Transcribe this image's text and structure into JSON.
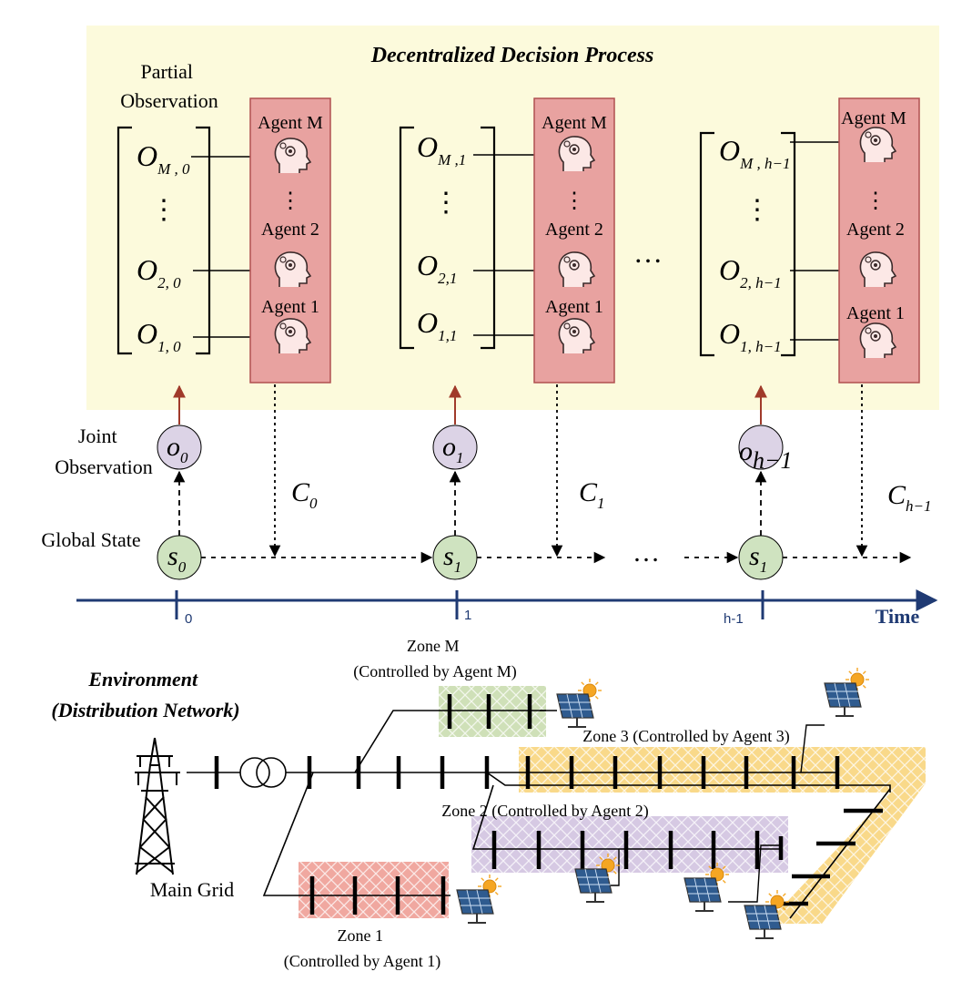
{
  "colors": {
    "process_bg": "#fcfadc",
    "agent_fill": "#e8a2a0",
    "agent_stroke": "#b05050",
    "circle_fill": "#dcd3e6",
    "state_fill": "#cfe3c0",
    "time_axis": "#1f3a73",
    "obs_arrow": "#a03a2a",
    "zone_m": "#cfe0b8",
    "zone_3": "#f9d98a",
    "zone_2": "#d6c9e3",
    "zone_1": "#f0a8a0"
  },
  "top": {
    "title": "Decentralized Decision Process",
    "partial_observation": [
      "Partial",
      "Observation"
    ],
    "joint_observation": [
      "Joint",
      "Observation"
    ],
    "global_state": "Global State",
    "time_label": "Time",
    "ellipsis": "…",
    "dots_vertical": "⋮",
    "agent_labels": [
      "Agent M",
      "Agent 2",
      "Agent 1"
    ],
    "steps": [
      {
        "tick": "0",
        "obs": [
          {
            "base": "O",
            "sub": "M , 0"
          },
          {
            "base": "O",
            "sub": "2, 0"
          },
          {
            "base": "O",
            "sub": "1, 0"
          }
        ],
        "joint": {
          "base": "o",
          "sub": "0"
        },
        "state": {
          "base": "s",
          "sub": "0"
        },
        "cost": {
          "base": "C",
          "sub": "0"
        }
      },
      {
        "tick": "1",
        "obs": [
          {
            "base": "O",
            "sub": "M ,1"
          },
          {
            "base": "O",
            "sub": "2,1"
          },
          {
            "base": "O",
            "sub": "1,1"
          }
        ],
        "joint": {
          "base": "o",
          "sub": "1"
        },
        "state": {
          "base": "s",
          "sub": "1"
        },
        "cost": {
          "base": "C",
          "sub": "1"
        }
      },
      {
        "tick": "h-1",
        "obs": [
          {
            "base": "O",
            "sub": "M , h−1"
          },
          {
            "base": "O",
            "sub": "2, h−1"
          },
          {
            "base": "O",
            "sub": "1, h−1"
          }
        ],
        "joint": {
          "base": "o",
          "sub": "h−1"
        },
        "state": {
          "base": "s",
          "sub": "1"
        },
        "cost": {
          "base": "C",
          "sub": "h−1"
        }
      }
    ]
  },
  "bottom": {
    "environment": [
      "Environment",
      "(Distribution Network)"
    ],
    "main_grid": "Main Grid",
    "zone_m": [
      "Zone M",
      "(Controlled by Agent M)"
    ],
    "zone_3": "Zone 3 (Controlled by Agent 3)",
    "zone_2": "Zone 2 (Controlled by Agent 2)",
    "zone_1": [
      "Zone 1",
      "(Controlled by Agent 1)"
    ]
  }
}
